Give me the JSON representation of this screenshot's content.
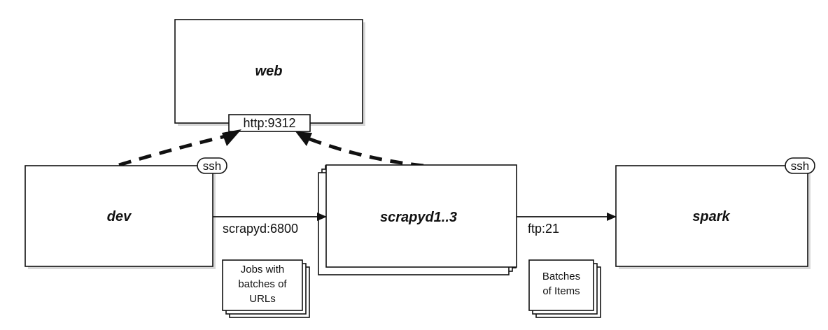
{
  "nodes": {
    "web": "web",
    "dev": "dev",
    "scrapyd": "scrapyd1..3",
    "spark": "spark"
  },
  "ports": {
    "web_http": "http:9312",
    "dev_ssh": "ssh",
    "spark_ssh": "ssh"
  },
  "edges": {
    "dev_to_scrapyd": "scrapyd:6800",
    "scrapyd_to_spark": "ftp:21"
  },
  "documents": {
    "jobs": [
      "Jobs with",
      "batches of",
      "URLs"
    ],
    "items": [
      "Batches",
      "of Items"
    ]
  }
}
